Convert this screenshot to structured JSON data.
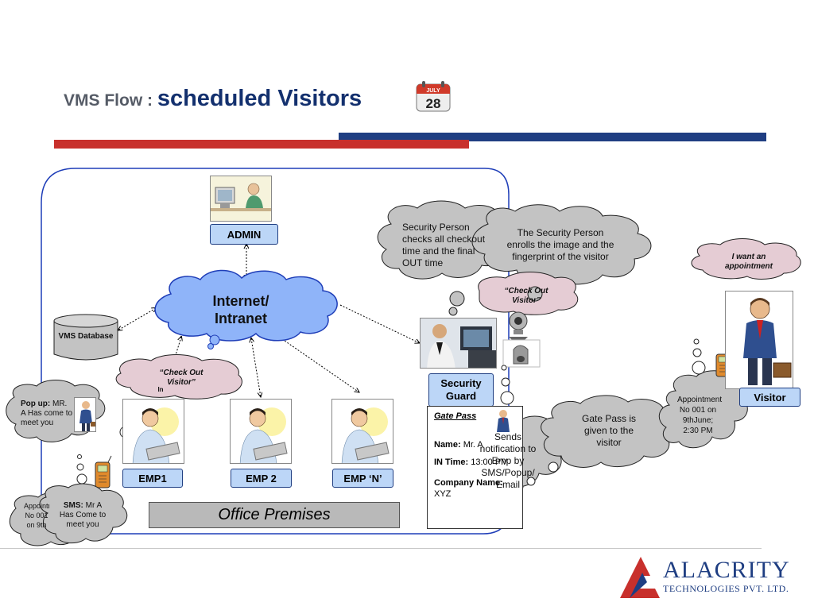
{
  "title": {
    "prefix": "VMS Flow : ",
    "main": "scheduled Visitors"
  },
  "calendar_icon": {
    "month": "JULY",
    "day": "28"
  },
  "colors": {
    "red_bar": "#c8302c",
    "blue_bar": "#1f3e82",
    "label_fill": "#bcd6f7",
    "cloud_blue": "#8fb4f9",
    "cloud_grey": "#c3c3c3",
    "cloud_pink": "#e5ccd4"
  },
  "nodes": {
    "admin": "ADMIN",
    "internet": "Internet/ Intranet",
    "vms_db": "VMS Database",
    "security_guard": "Security Guard",
    "emp1": "EMP1",
    "emp2": "EMP 2",
    "empn": "EMP ‘N’",
    "visitor": "Visitor",
    "office_premises": "Office Premises"
  },
  "bubbles": {
    "security_checks": "Security Person checks all checkout time and the final OUT time",
    "security_enrolls": "The Security Person enrolls the image and the fingerprint of the visitor",
    "checkout_visitor_guard": "“Check Out Visitor”",
    "checkout_visitor_emp": "“Check Out Visitor”",
    "emp_hidden_prefix": "In",
    "i_want_appointment": "I want an appointment",
    "appointment_no": "Appointment No 001 on 9thJune; 2:30 PM",
    "gate_pass_given": "Gate Pass is given to the visitor",
    "sends_notification": "Sends notification to Emp by SMS/Popup/ Email",
    "popup_label": "Pop up:",
    "popup_text": "MR. A Has come to meet you",
    "sms_label": "SMS:",
    "sms_text": "Mr A Has Come to meet you",
    "back_appointment": "Appointment No 001 on 9th"
  },
  "gate_pass": {
    "title": "Gate Pass",
    "name_label": "Name:",
    "name_value": "Mr. A",
    "in_time_label": "IN Time:",
    "in_time_value": "13:00 PM",
    "company_label": "Company Name:",
    "company_value": "XYZ"
  },
  "logo": {
    "name": "ALACRITY",
    "sub": "TECHNOLOGIES PVT. LTD."
  }
}
